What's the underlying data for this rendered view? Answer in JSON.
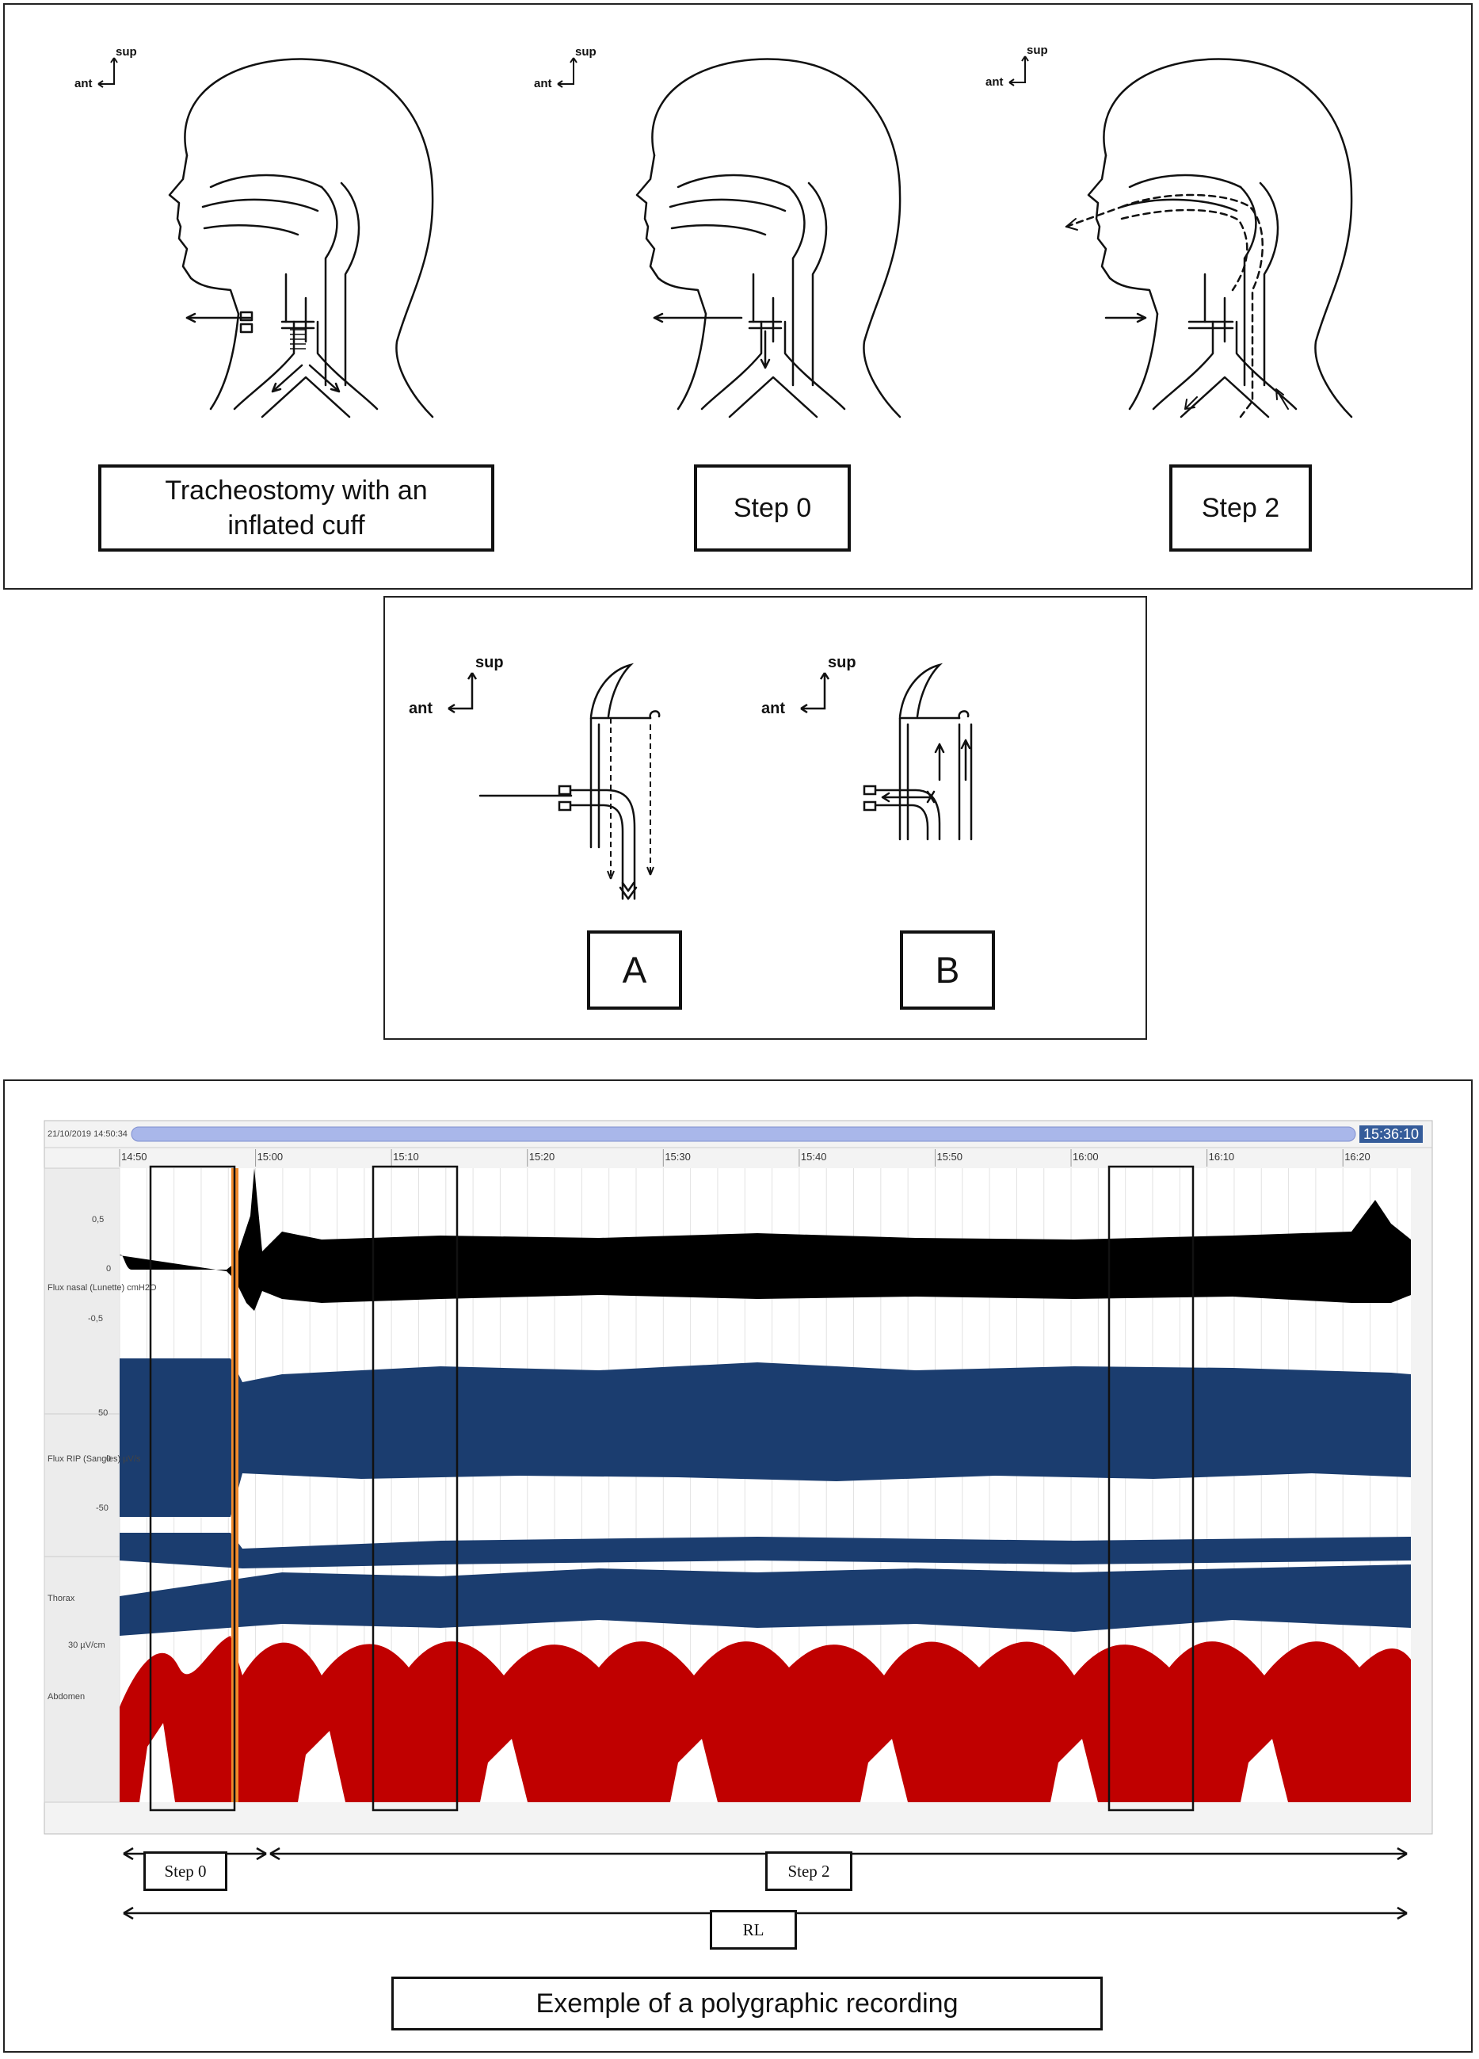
{
  "axes": {
    "sup": "sup",
    "ant": "ant"
  },
  "top_panel": {
    "labels": [
      "Tracheostomy with an inflated cuff",
      "Step 0",
      "Step 2"
    ]
  },
  "middle_panel": {
    "labels": [
      "A",
      "B"
    ]
  },
  "recording": {
    "datetime": "21/10/2019 14:50:34",
    "clock": "15:36:10",
    "time_ticks": [
      "14:50",
      "15:00",
      "15:10",
      "15:20",
      "15:30",
      "15:40",
      "15:50",
      "16:00",
      "16:10",
      "16:20"
    ],
    "channels": [
      {
        "label": "Flux nasal (Lunette) cmH2O",
        "ticks": [
          "0,5",
          "0",
          "-0,5"
        ],
        "color": "#000000"
      },
      {
        "label": "Flux RIP (Sangles) µV/s",
        "ticks": [
          "50",
          "0",
          "-50"
        ],
        "color": "#1b3d6f"
      },
      {
        "label": "Thorax",
        "ticks": [],
        "color": "#1b3d6f"
      },
      {
        "label": "Abdomen",
        "ticks": [
          "30 µV/cm"
        ],
        "color": "#c00000"
      }
    ],
    "step_labels": {
      "step0": "Step 0",
      "step2": "Step 2",
      "rl": "RL"
    },
    "caption": "Exemple of a polygraphic recording"
  }
}
